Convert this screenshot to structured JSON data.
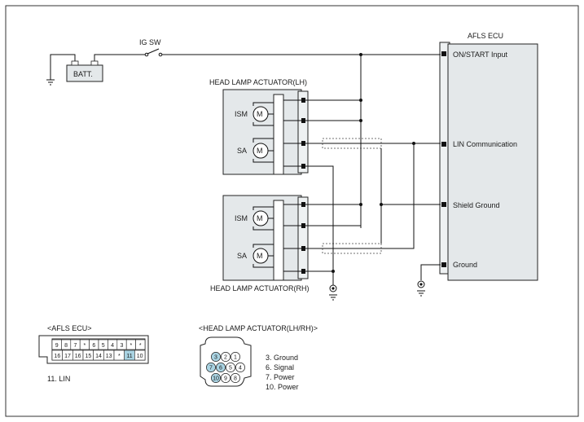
{
  "ecu": {
    "title": "AFLS ECU",
    "pins": [
      "ON/START Input",
      "LIN Communication",
      "Shield Ground",
      "Ground"
    ]
  },
  "battery": {
    "label": "BATT."
  },
  "switch": {
    "label": "IG SW"
  },
  "actuator_lh": {
    "title": "HEAD LAMP ACTUATOR(LH)",
    "motor1": "ISM",
    "motor2": "SA",
    "motor_symbol": "M"
  },
  "actuator_rh": {
    "title": "HEAD LAMP ACTUATOR(RH)",
    "motor1": "ISM",
    "motor2": "SA",
    "motor_symbol": "M"
  },
  "ecu_connector": {
    "title": "<AFLS ECU>",
    "row1": [
      "9",
      "8",
      "7",
      "*",
      "6",
      "5",
      "4",
      "3",
      "*",
      "*"
    ],
    "row2": [
      "16",
      "17",
      "16",
      "15",
      "14",
      "13",
      "*",
      "11",
      "10"
    ],
    "note": "11. LIN"
  },
  "actuator_connector": {
    "title": "<HEAD LAMP ACTUATOR(LH/RH)>",
    "pins_row1": [
      "3",
      "2",
      "1"
    ],
    "pins_row2": [
      "7",
      "6",
      "5",
      "4"
    ],
    "pins_row3": [
      "10",
      "9",
      "8"
    ],
    "legend": [
      "3. Ground",
      "6. Signal",
      "7. Power",
      "10. Power"
    ]
  },
  "colors": {
    "highlight": "#a9d3e2",
    "component": "#e4e8ea",
    "line": "#111111"
  }
}
